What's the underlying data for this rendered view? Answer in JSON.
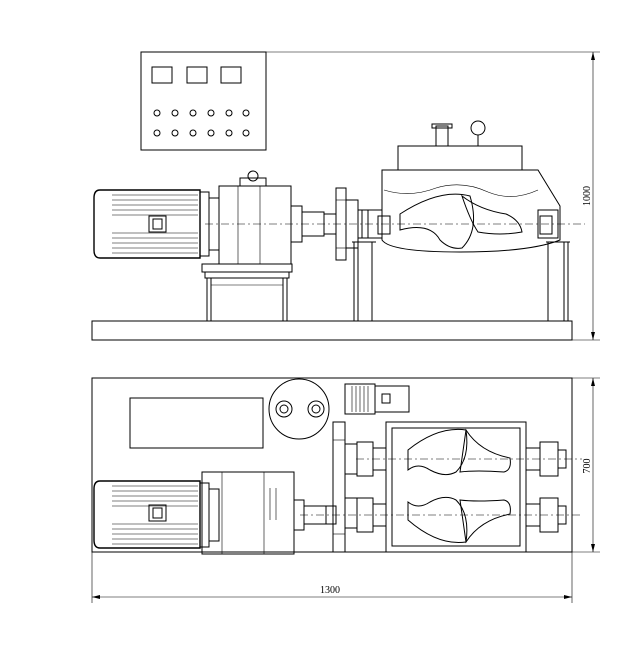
{
  "dimensions": {
    "height_front": "1000",
    "depth_top": "700",
    "length_overall": "1300"
  }
}
